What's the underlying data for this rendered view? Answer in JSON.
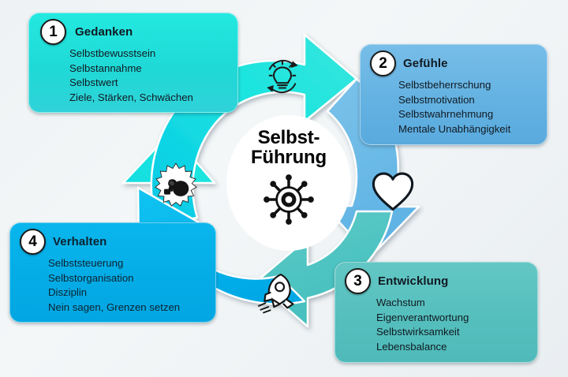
{
  "center": {
    "line1": "Selbst-",
    "line2": "Führung",
    "icon": "ships-wheel-icon"
  },
  "colors": {
    "box1": "#23e9e0",
    "box2": "#64b2e2",
    "box3": "#55bfbd",
    "box4": "#04ace6",
    "arrow_top_left": "#1fe3dd",
    "arrow_right": "#6bb9e8",
    "arrow_bottom_right": "#4dc3c3",
    "arrow_left": "#00b4eb",
    "hub": "#ffffff",
    "background": "#eef2f4"
  },
  "boxes": [
    {
      "number": "1",
      "title": "Gedanken",
      "items": [
        "Selbstbewusstsein",
        "Selbstannahme",
        "Selbstwert",
        "Ziele, Stärken, Schwächen"
      ]
    },
    {
      "number": "2",
      "title": "Gefühle",
      "items": [
        "Selbstbeherrschung",
        "Selbstmotivation",
        "Selbstwahrnehmung",
        "Mentale Unabhängigkeit"
      ]
    },
    {
      "number": "3",
      "title": "Entwicklung",
      "items": [
        "Wachstum",
        "Eigenverantwortung",
        "Selbstwirksamkeit",
        "Lebensbalance"
      ]
    },
    {
      "number": "4",
      "title": "Verhalten",
      "items": [
        "Selbststeuerung",
        "Selbstorganisation",
        "Disziplin",
        "Nein sagen, Grenzen setzen"
      ]
    }
  ],
  "satellite_icons": [
    {
      "position": "top",
      "icon": "lightbulb-refresh-icon"
    },
    {
      "position": "right",
      "icon": "heart-icon"
    },
    {
      "position": "bottom",
      "icon": "rocket-icon"
    },
    {
      "position": "left",
      "icon": "boxing-gloves-badge-icon"
    }
  ]
}
